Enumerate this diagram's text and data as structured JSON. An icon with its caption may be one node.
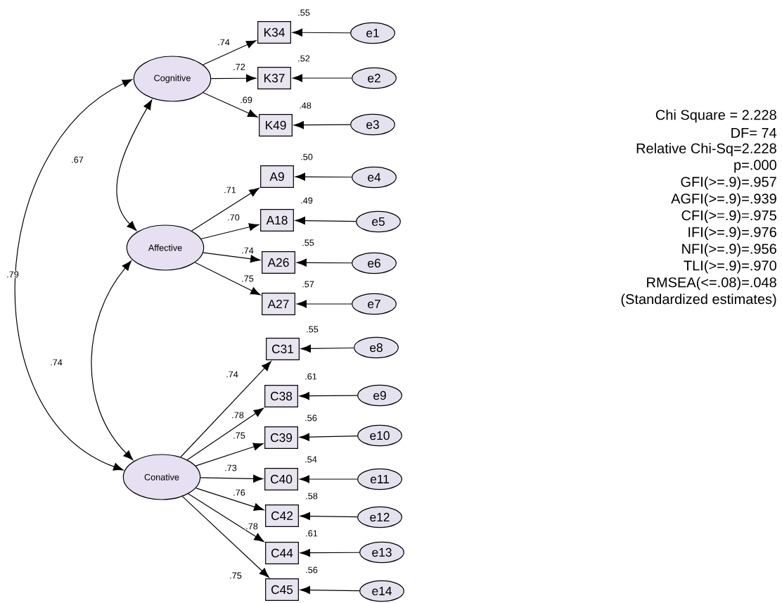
{
  "diagram": {
    "nodes": [
      {
        "text": [
          "Cognitive"
        ]
      },
      {
        "text": [
          "Affective"
        ]
      },
      {
        "text": [
          "Conative"
        ]
      },
      {
        "text": [
          "K34"
        ],
        "beside": [
          ".55"
        ]
      },
      {
        "text": [
          "K37"
        ],
        "beside": [
          ".52"
        ]
      },
      {
        "text": [
          "K49"
        ],
        "beside": [
          ".48"
        ]
      },
      {
        "text": [
          "A9"
        ],
        "beside": [
          ".50"
        ]
      },
      {
        "text": [
          "A18"
        ],
        "beside": [
          ".49"
        ]
      },
      {
        "text": [
          "A26"
        ],
        "beside": [
          ".55"
        ]
      },
      {
        "text": [
          "A27"
        ],
        "beside": [
          ".57"
        ]
      },
      {
        "text": [
          "C31"
        ],
        "beside": [
          ".55"
        ]
      },
      {
        "text": [
          "C38"
        ],
        "beside": [
          ".61"
        ]
      },
      {
        "text": [
          "C39"
        ],
        "beside": [
          ".56"
        ]
      },
      {
        "text": [
          "C40"
        ],
        "beside": [
          ".54"
        ]
      },
      {
        "text": [
          "C42"
        ],
        "beside": [
          ".58"
        ]
      },
      {
        "text": [
          "C44"
        ],
        "beside": [
          ".61"
        ]
      },
      {
        "text": [
          "C45"
        ],
        "beside": [
          ".56"
        ]
      },
      {
        "text": [
          "e1"
        ]
      },
      {
        "text": [
          "e2"
        ]
      },
      {
        "text": [
          "e3"
        ]
      },
      {
        "text": [
          "e4"
        ]
      },
      {
        "text": [
          "e5"
        ]
      },
      {
        "text": [
          "e6"
        ]
      },
      {
        "text": [
          "e7"
        ]
      },
      {
        "text": [
          "e8"
        ]
      },
      {
        "text": [
          "e9"
        ]
      },
      {
        "text": [
          "e10"
        ]
      },
      {
        "text": [
          "e11"
        ]
      },
      {
        "text": [
          "e12"
        ]
      },
      {
        "text": [
          "e13"
        ]
      },
      {
        "text": [
          "e14"
        ]
      }
    ],
    "edges": [
      {
        "from": 0,
        "to": 3,
        "arrow": "to",
        "label": ".74"
      },
      {
        "from": 0,
        "to": 4,
        "arrow": "to",
        "label": ".72"
      },
      {
        "from": 0,
        "to": 5,
        "arrow": "to",
        "label": ".69"
      },
      {
        "from": 1,
        "to": 6,
        "arrow": "to",
        "label": ".71"
      },
      {
        "from": 1,
        "to": 7,
        "arrow": "to",
        "label": ".70"
      },
      {
        "from": 1,
        "to": 8,
        "arrow": "to",
        "label": ".74"
      },
      {
        "from": 1,
        "to": 9,
        "arrow": "to",
        "label": ".75"
      },
      {
        "from": 2,
        "to": 10,
        "arrow": "to",
        "label": ".74"
      },
      {
        "from": 2,
        "to": 11,
        "arrow": "to",
        "label": ".78"
      },
      {
        "from": 2,
        "to": 12,
        "arrow": "to",
        "label": ".75"
      },
      {
        "from": 2,
        "to": 13,
        "arrow": "to",
        "label": ".73"
      },
      {
        "from": 2,
        "to": 14,
        "arrow": "to",
        "label": ".76"
      },
      {
        "from": 2,
        "to": 15,
        "arrow": "to",
        "label": ".78"
      },
      {
        "from": 2,
        "to": 16,
        "arrow": "to",
        "label": ".75"
      },
      {
        "from": 17,
        "to": 3,
        "arrow": "to"
      },
      {
        "from": 18,
        "to": 4,
        "arrow": "to"
      },
      {
        "from": 19,
        "to": 5,
        "arrow": "to"
      },
      {
        "from": 20,
        "to": 6,
        "arrow": "to"
      },
      {
        "from": 21,
        "to": 7,
        "arrow": "to"
      },
      {
        "from": 22,
        "to": 8,
        "arrow": "to"
      },
      {
        "from": 23,
        "to": 9,
        "arrow": "to"
      },
      {
        "from": 24,
        "to": 10,
        "arrow": "to"
      },
      {
        "from": 25,
        "to": 11,
        "arrow": "to"
      },
      {
        "from": 26,
        "to": 12,
        "arrow": "to"
      },
      {
        "from": 27,
        "to": 13,
        "arrow": "to"
      },
      {
        "from": 28,
        "to": 14,
        "arrow": "to"
      },
      {
        "from": 29,
        "to": 15,
        "arrow": "to"
      },
      {
        "from": 30,
        "to": 16,
        "arrow": "to"
      },
      {
        "from": 0,
        "to": 1,
        "arrow": "both",
        "label": ".67"
      },
      {
        "from": 1,
        "to": 2,
        "arrow": "both",
        "label": ".74"
      },
      {
        "from": 0,
        "to": 2,
        "arrow": "both",
        "label": ".79"
      }
    ],
    "labels": [
      "Chi Square = 2.228",
      "DF= 74",
      "Relative Chi-Sq=2.228",
      "p=.000",
      "GFI(>=.9)=.957",
      "AGFI(>=.9)=.939",
      "CFI(>=.9)=.975",
      "IFI(>=.9)=.976",
      "NFI(>=.9)=.956",
      "TLI(>=.9)=.970",
      "RMSEA(<=.08)=.048",
      "(Standardized estimates)"
    ]
  }
}
